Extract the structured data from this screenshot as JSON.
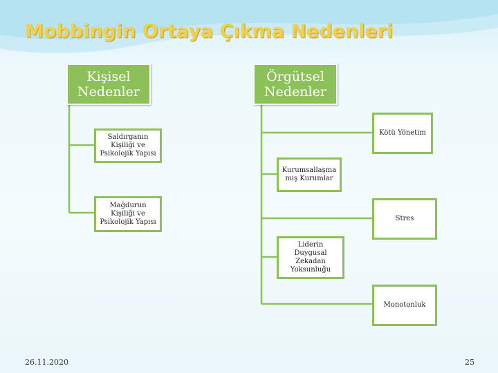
{
  "title": "Mobbingin Ortaya Çıkma Nedenleri",
  "columns": {
    "left": {
      "header": "Kişisel\nNedenler",
      "items": [
        "Saldırganın\nKişiliği ve\nPsikolojik Yapısı",
        "Mağdurun\nKişiliği ve\nPsikolojik Yapısı"
      ]
    },
    "right": {
      "header": "Örgütsel\nNedenler",
      "items": [
        "Kötü Yönetim",
        "Kurumsallaşma\nmış Kurumlar",
        "Stres",
        "Liderin\nDuygusal\nZekadan\nYoksunluğu",
        "Monotonluk"
      ]
    }
  },
  "footer": {
    "date": "26.11.2020",
    "page": "25"
  },
  "colors": {
    "title": "#f2d04d",
    "accent": "#8cc159"
  }
}
